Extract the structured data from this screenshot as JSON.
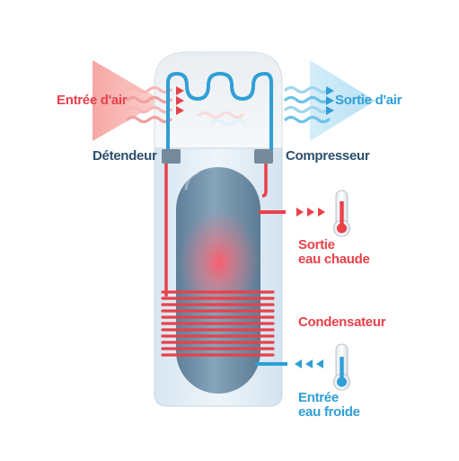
{
  "labels": {
    "air_in": "Entrée d'air",
    "air_out": "Sortie d'air",
    "expander": "Détendeur",
    "compressor": "Compresseur",
    "hot_out_line1": "Sortie",
    "hot_out_line2": "eau chaude",
    "condenser": "Condensateur",
    "cold_in_line1": "Entrée",
    "cold_in_line2": "eau froide"
  },
  "colors": {
    "hot": "#e8414a",
    "cold": "#2f9fd6",
    "dark_text": "#2c4f6e",
    "tank": "#6f8fa6",
    "casing": "#e3eef6"
  },
  "icons": {
    "air_in": "air-inlet-arrow-icon",
    "air_out": "air-outlet-arrow-icon",
    "hot_thermometer": "thermometer-hot-icon",
    "cold_thermometer": "thermometer-cold-icon"
  }
}
